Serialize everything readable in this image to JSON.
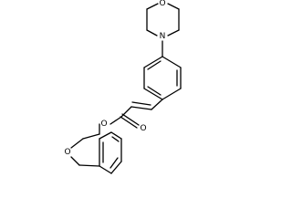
{
  "structure": {
    "atom_labels": {
      "morpholine_oxygen": "O",
      "morpholine_nitrogen": "N",
      "carbonyl_oxygen": "O",
      "ester_oxygen": "O",
      "ring_oxygen": "O"
    }
  }
}
